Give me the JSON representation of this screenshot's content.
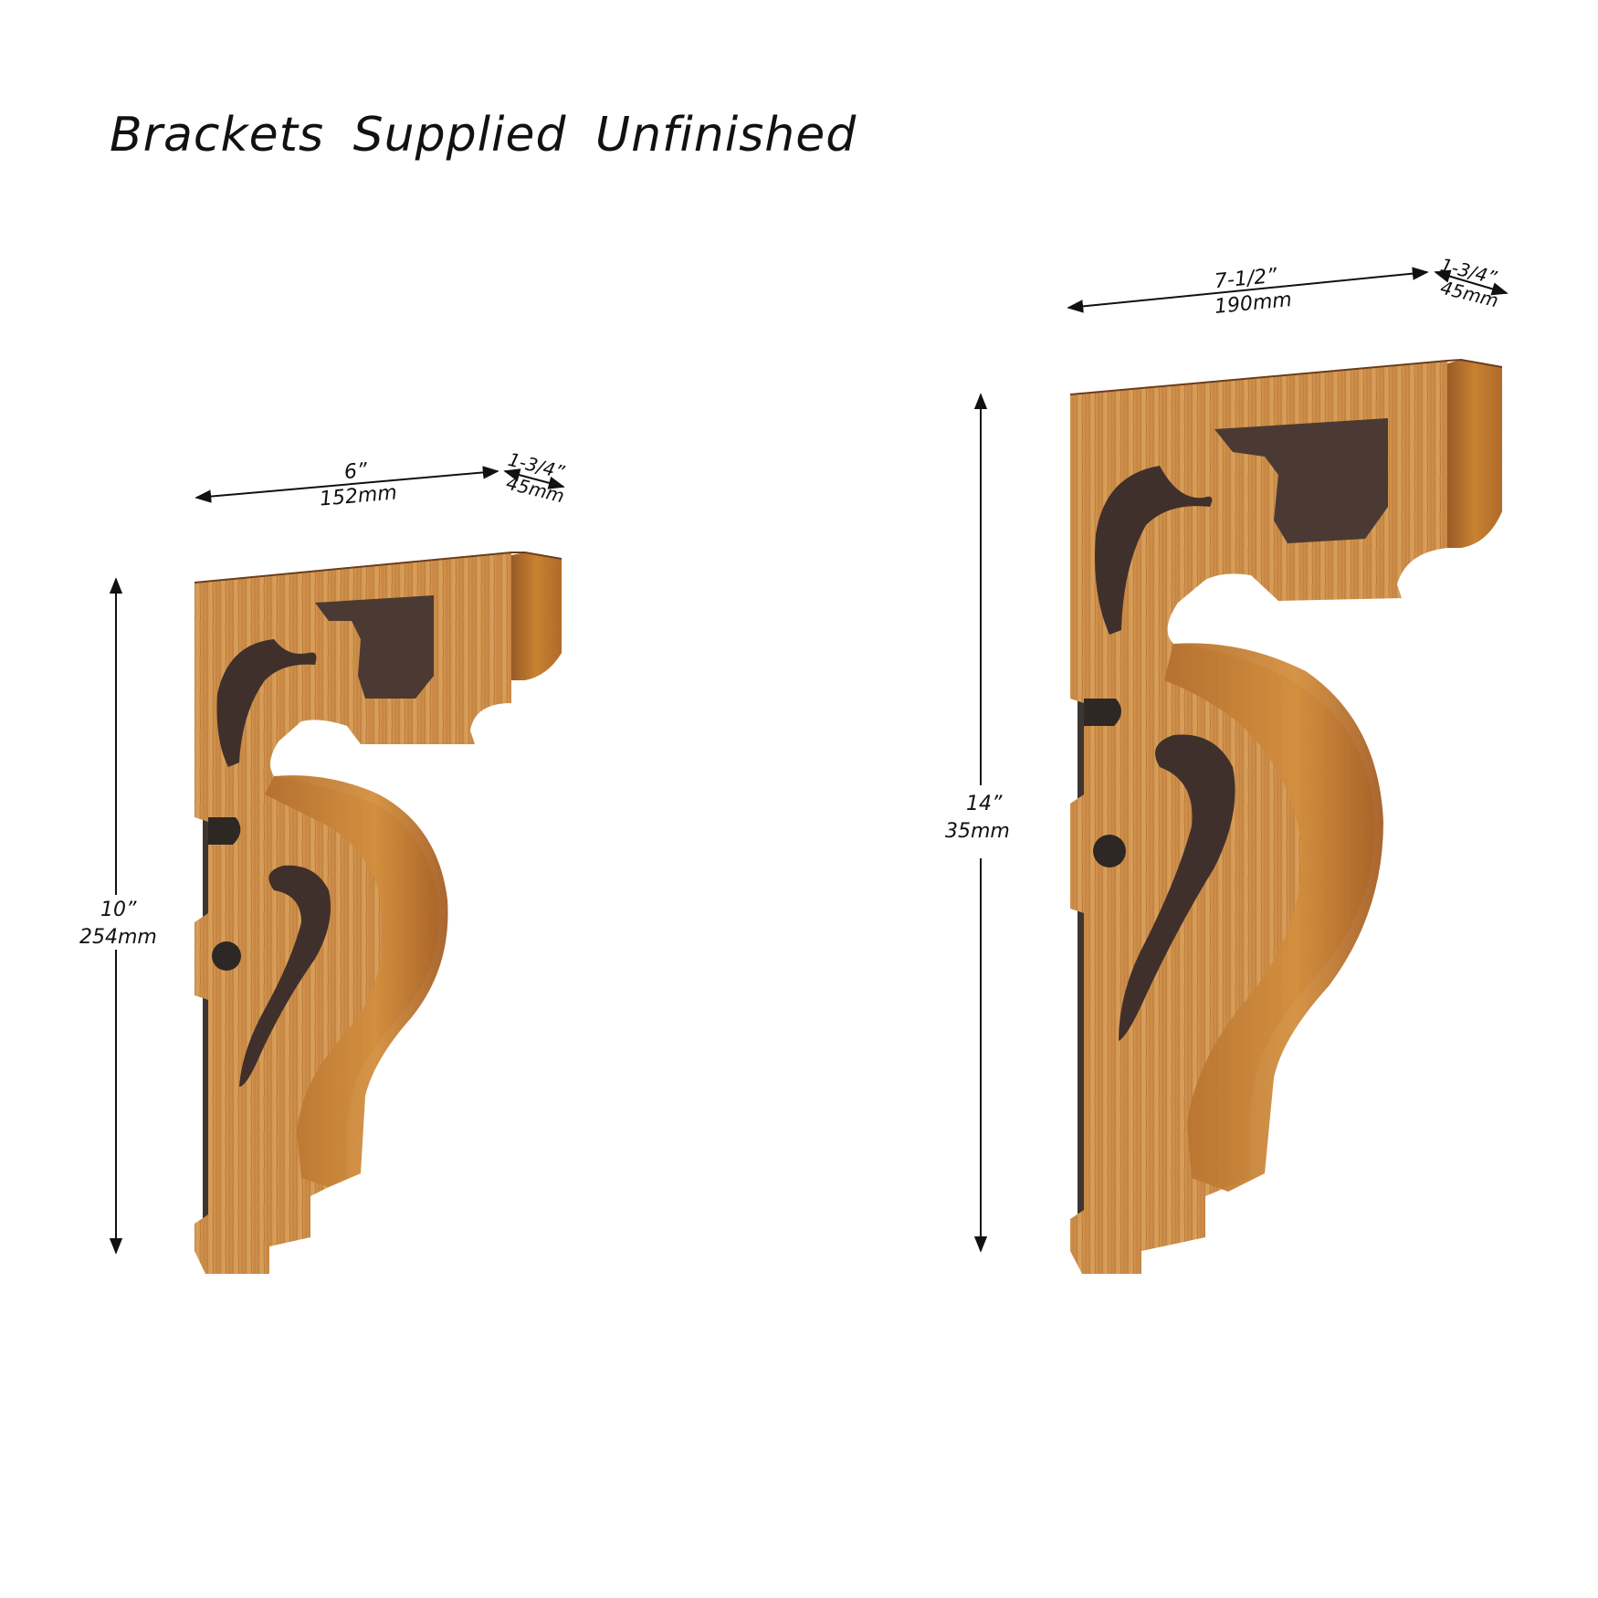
{
  "title": "Brackets Supplied Unfinished",
  "colors": {
    "background": "#ffffff",
    "wood_light": "#d49a4f",
    "wood_mid": "#b9783a",
    "wood_dark": "#8a4e22",
    "cutout_shadow": "#4a3a33",
    "ink": "#111111"
  },
  "brackets": [
    {
      "id": "small",
      "width_in": "6”",
      "width_mm": "152mm",
      "depth_in": "1-3/4”",
      "depth_mm": "45mm",
      "height_in": "10”",
      "height_mm": "254mm"
    },
    {
      "id": "large",
      "width_in": "7-1/2”",
      "width_mm": "190mm",
      "depth_in": "1-3/4”",
      "depth_mm": "45mm",
      "height_in": "14”",
      "height_mm": "35mm"
    }
  ]
}
